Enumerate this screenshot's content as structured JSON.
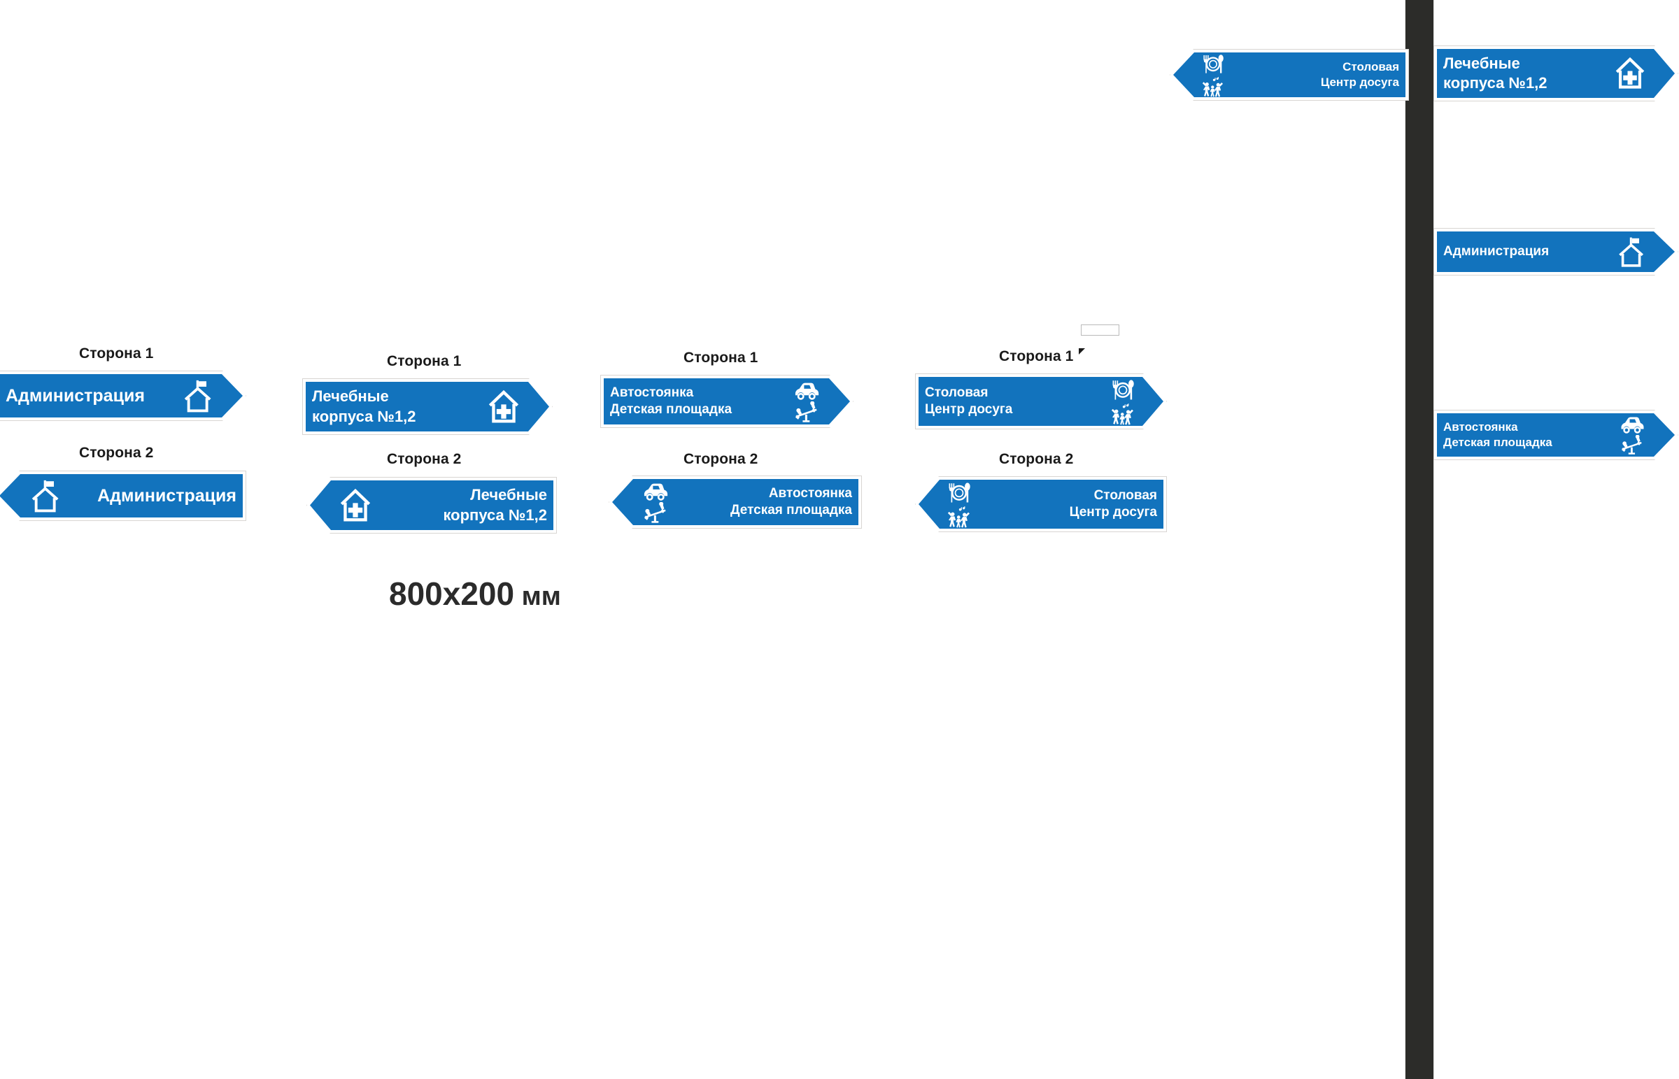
{
  "page": {
    "background": "#ffffff",
    "sign_blue": "#1273bd",
    "sign_border": "#d8d5d2",
    "pole_color": "#2c2c29",
    "text_color": "#ffffff",
    "caption_color": "#1a1a1a"
  },
  "dimension_note": {
    "value": "800x200",
    "unit": " мм"
  },
  "captions": {
    "side1": "Сторона 1",
    "side2": "Сторона 2"
  },
  "icons": {
    "house_flag": "house-with-flag-icon",
    "house_cross": "house-with-cross-icon",
    "car": "car-icon",
    "seesaw": "seesaw-playground-icon",
    "plate": "plate-fork-spoon-icon",
    "dancers": "dancing-people-icon"
  },
  "groups": [
    {
      "id": "administration",
      "side1_caption": "Сторона 1",
      "side2_caption": "Сторона 2",
      "lines": [
        "Администрация"
      ],
      "icon_names": [
        "house-with-flag-icon"
      ]
    },
    {
      "id": "medical-buildings",
      "side1_caption": "Сторона 1",
      "side2_caption": "Сторона 2",
      "lines": [
        "Лечебные",
        "корпуса №1,2"
      ],
      "icon_names": [
        "house-with-cross-icon"
      ]
    },
    {
      "id": "parking-playground",
      "side1_caption": "Сторона 1",
      "side2_caption": "Сторона 2",
      "lines": [
        "Автостоянка",
        "Детская площадка"
      ],
      "icon_names": [
        "car-icon",
        "seesaw-playground-icon"
      ]
    },
    {
      "id": "canteen-leisure",
      "side1_caption": "Сторона 1",
      "side2_caption": "Сторона 2",
      "lines": [
        "Столовая",
        "Центр досуга"
      ],
      "icon_names": [
        "plate-fork-spoon-icon",
        "dancing-people-icon"
      ]
    }
  ],
  "pole_mounted": {
    "left_sign": {
      "id": "canteen-leisure-left",
      "lines": [
        "Столовая",
        "Центр досуга"
      ],
      "direction": "left"
    },
    "right_signs": [
      {
        "id": "medical-buildings-right",
        "lines": [
          "Лечебные",
          "корпуса №1,2"
        ],
        "direction": "right"
      },
      {
        "id": "administration-right",
        "lines": [
          "Администрация"
        ],
        "direction": "right"
      },
      {
        "id": "parking-playground-right",
        "lines": [
          "Автостоянка",
          "Детская площадка"
        ],
        "direction": "right"
      }
    ]
  }
}
